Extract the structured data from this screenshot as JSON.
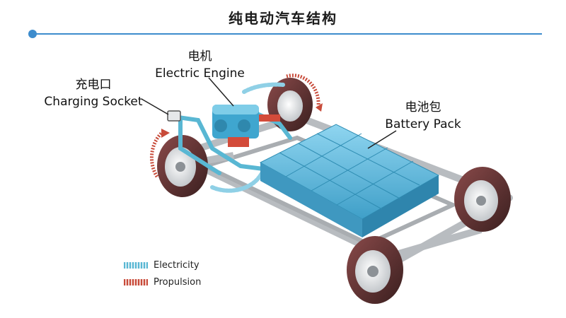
{
  "title": "纯电动汽车结构",
  "labels": {
    "motor_cn": "电机",
    "motor_en": "Electric Engine",
    "socket_cn": "充电口",
    "socket_en": "Charging Socket",
    "battery_cn": "电池包",
    "battery_en": "Battery Pack"
  },
  "legend": [
    {
      "label": "Electricity",
      "color": "#59b7d3"
    },
    {
      "label": "Propulsion",
      "color": "#c84b3a"
    }
  ],
  "colors": {
    "accent": "#3d8ccd",
    "battery": "#5bb9e0",
    "tire": "#6f2f2f",
    "chassis": "#b8bcc0"
  }
}
